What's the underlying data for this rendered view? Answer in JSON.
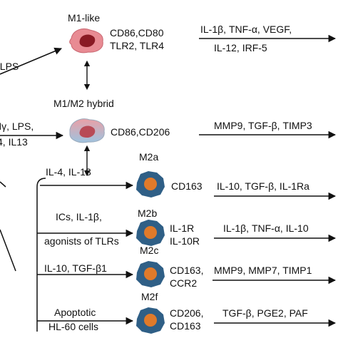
{
  "title_m1": "M1-like",
  "title_hybrid": "M1/M2 hybrid",
  "left_labels": {
    "m1_input_partial": ", LPS",
    "hybrid_line1_partial": "Nγ, LPS,",
    "hybrid_line2_partial": "4, IL13"
  },
  "m1": {
    "markers_line1": "CD86,CD80",
    "markers_line2": "TLR2, TLR4",
    "output_line1": "IL-1β, TNF-α, VEGF,",
    "output_line2": "IL-12, IRF-5"
  },
  "hybrid": {
    "markers": "CD86,CD206",
    "output": "MMP9, TGF-β, TIMP3"
  },
  "m2": [
    {
      "name": "M2a",
      "stimulus_line1": "IL-4, IL-13",
      "stimulus_line2": "",
      "markers_line1": "CD163",
      "markers_line2": "",
      "output": "IL-10, TGF-β, IL-1Ra"
    },
    {
      "name": "M2b",
      "stimulus_line1": "ICs, IL-1β,",
      "stimulus_line2": "agonists of TLRs",
      "markers_line1": "IL-1R",
      "markers_line2": "IL-10R",
      "output": "IL-1β, TNF-α, IL-10"
    },
    {
      "name": "M2c",
      "stimulus_line1": "IL-10, TGF-β1",
      "stimulus_line2": "",
      "markers_line1": "CD163,",
      "markers_line2": "CCR2",
      "output": "MMP9, MMP7, TIMP1"
    },
    {
      "name": "M2f",
      "stimulus_line1": "Apoptotic",
      "stimulus_line2": "HL-60 cells",
      "markers_line1": "CD206,",
      "markers_line2": "CD163",
      "output": "TGF-β, PGE2, PAF"
    }
  ],
  "colors": {
    "m1_outer": "#e88b93",
    "m1_nucleus": "#8a1a24",
    "hybrid_top": "#e9a0a6",
    "hybrid_bottom": "#9fc3df",
    "m2_outer": "#2f5f86",
    "m2_nucleus": "#e07a2a"
  }
}
